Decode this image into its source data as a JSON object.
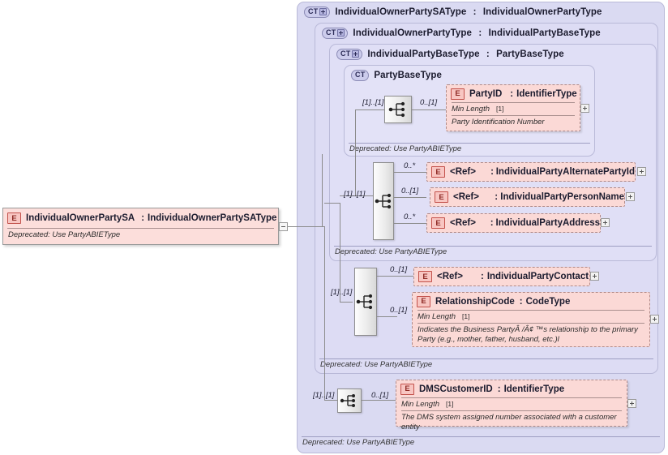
{
  "diagram": {
    "title": "IndividualOwnerPartySA XSD structure diagram",
    "colors": {
      "panel_fill": "#dcdcf4",
      "panel_border": "#b9b9d8",
      "element_fill": "#fbd9d6",
      "element_border": "#b08a88",
      "e_badge_border": "#c2504a",
      "line": "#8b8b8b"
    }
  },
  "root_element": {
    "icon": "E",
    "name": "IndividualOwnerPartySA",
    "separator": ":",
    "type": "IndividualOwnerPartySAType",
    "documentation": "Deprecated: Use PartyABIEType",
    "toggle": "minus"
  },
  "panels": [
    {
      "id": "p1",
      "icon": "CT",
      "expandable": true,
      "name": "IndividualOwnerPartySAType",
      "separator": ":",
      "base": "IndividualOwnerPartyType",
      "footer": "Deprecated: Use PartyABIEType"
    },
    {
      "id": "p2",
      "icon": "CT",
      "expandable": true,
      "name": "IndividualOwnerPartyType",
      "separator": ":",
      "base": "IndividualPartyBaseType",
      "footer": "Deprecated: Use PartyABIEType"
    },
    {
      "id": "p3",
      "icon": "CT",
      "expandable": true,
      "name": "IndividualPartyBaseType",
      "separator": ":",
      "base": "PartyBaseType",
      "footer": "Deprecated: Use PartyABIEType"
    },
    {
      "id": "p4",
      "icon": "CT",
      "expandable": false,
      "name": "PartyBaseType",
      "separator": "",
      "base": "",
      "footer": "Deprecated: Use PartyABIEType"
    }
  ],
  "compositors": [
    {
      "id": "seq1",
      "kind": "sequence-icon",
      "cardinality": "[1]..[1]"
    },
    {
      "id": "seq2",
      "kind": "sequence-icon",
      "cardinality": "[1]..[1]"
    },
    {
      "id": "seq3",
      "kind": "sequence-icon",
      "cardinality": "[1]..[1]"
    },
    {
      "id": "seq4",
      "kind": "sequence-icon",
      "cardinality": "[1]..[1]"
    }
  ],
  "elements": [
    {
      "id": "party_id",
      "icon": "E",
      "name": "PartyID",
      "separator": ":",
      "type": "IdentifierType",
      "cardinality": "0..[1]",
      "facet_label": "Min Length",
      "facet_value": "[1]",
      "documentation": "Party Identification Number",
      "expand": "+"
    },
    {
      "id": "alt_party_id",
      "icon": "E",
      "name": "<Ref>",
      "separator": ":",
      "type": "IndividualPartyAlternatePartyId",
      "cardinality": "0..*",
      "expand": "+"
    },
    {
      "id": "person_name",
      "icon": "E",
      "name": "<Ref>",
      "separator": ":",
      "type": "IndividualPartyPersonName",
      "cardinality": "0..[1]",
      "expand": "+"
    },
    {
      "id": "party_address",
      "icon": "E",
      "name": "<Ref>",
      "separator": ":",
      "type": "IndividualPartyAddress",
      "cardinality": "0..*",
      "expand": "+"
    },
    {
      "id": "party_contact",
      "icon": "E",
      "name": "<Ref>",
      "separator": ":",
      "type": "IndividualPartyContact",
      "cardinality": "0..[1]",
      "expand": "+"
    },
    {
      "id": "relationship_code",
      "icon": "E",
      "name": "RelationshipCode",
      "separator": ":",
      "type": "CodeType",
      "cardinality": "0..[1]",
      "facet_label": "Min Length",
      "facet_value": "[1]",
      "documentation": "Indicates the Business PartyÂ /Â¢ ™s relationship to the primary Party (e.g., mother, father, husband, etc.)l",
      "expand": "+"
    },
    {
      "id": "dms_customer_id",
      "icon": "E",
      "name": "DMSCustomerID",
      "separator": ":",
      "type": "IdentifierType",
      "cardinality": "0..[1]",
      "facet_label": "Min Length",
      "facet_value": "[1]",
      "documentation": "The DMS system assigned number associated with a customer entity",
      "expand": "+"
    }
  ]
}
